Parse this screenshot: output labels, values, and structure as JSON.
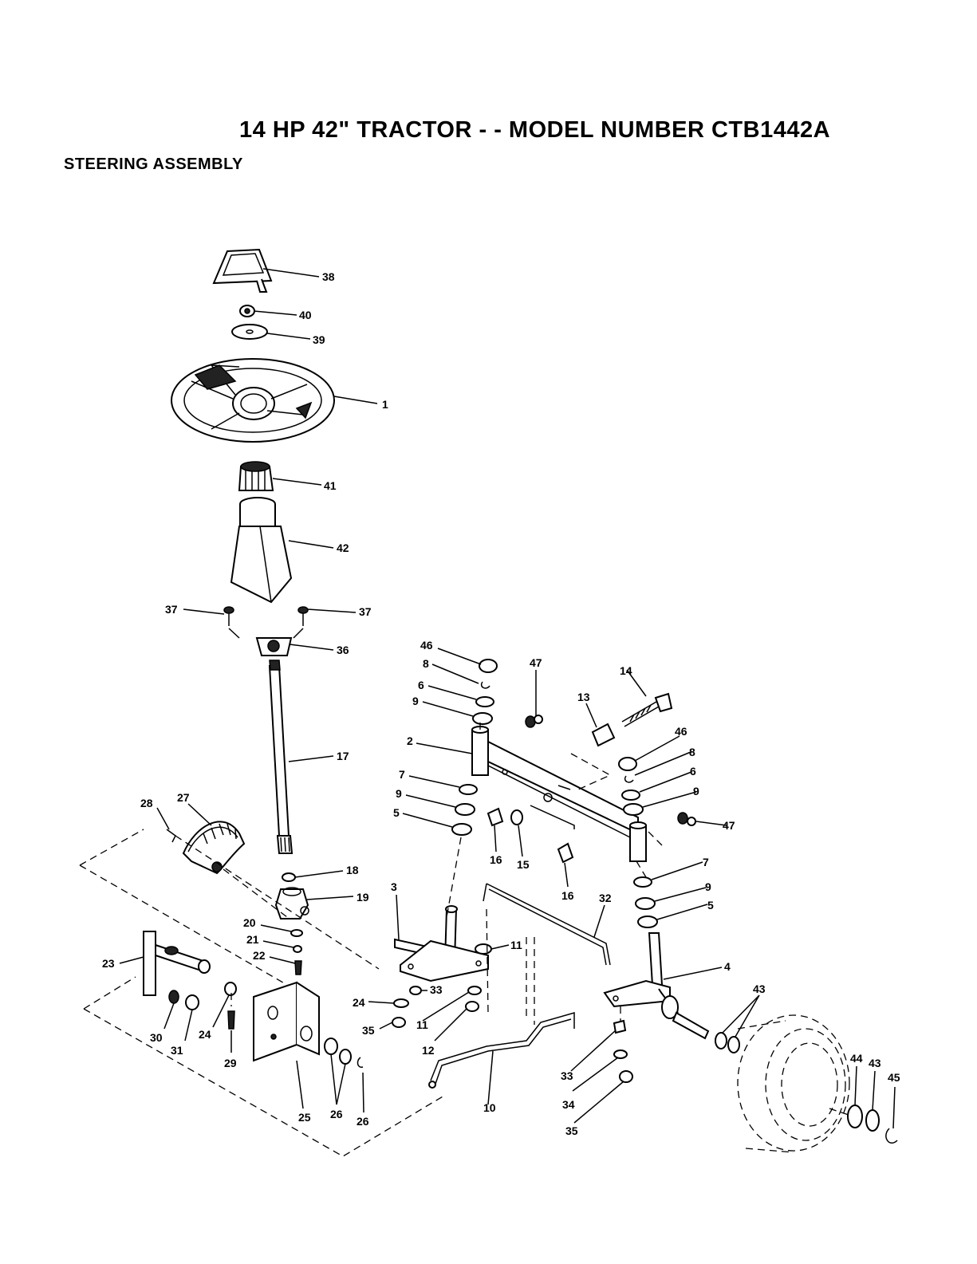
{
  "title": "14 HP 42\" TRACTOR - - MODEL NUMBER CTB1442A",
  "subtitle": "STEERING ASSEMBLY",
  "callouts": [
    {
      "id": "c38",
      "text": "38"
    },
    {
      "id": "c40",
      "text": "40"
    },
    {
      "id": "c39",
      "text": "39"
    },
    {
      "id": "c1",
      "text": "1"
    },
    {
      "id": "c41",
      "text": "41"
    },
    {
      "id": "c42",
      "text": "42"
    },
    {
      "id": "c37a",
      "text": "37"
    },
    {
      "id": "c37b",
      "text": "37"
    },
    {
      "id": "c36",
      "text": "36"
    },
    {
      "id": "c17",
      "text": "17"
    },
    {
      "id": "c28",
      "text": "28"
    },
    {
      "id": "c27",
      "text": "27"
    },
    {
      "id": "c18",
      "text": "18"
    },
    {
      "id": "c19",
      "text": "19"
    },
    {
      "id": "c20",
      "text": "20"
    },
    {
      "id": "c21",
      "text": "21"
    },
    {
      "id": "c22",
      "text": "22"
    },
    {
      "id": "c23",
      "text": "23"
    },
    {
      "id": "c30",
      "text": "30"
    },
    {
      "id": "c31",
      "text": "31"
    },
    {
      "id": "c24a",
      "text": "24"
    },
    {
      "id": "c29",
      "text": "29"
    },
    {
      "id": "c25",
      "text": "25"
    },
    {
      "id": "c26a",
      "text": "26"
    },
    {
      "id": "c26b",
      "text": "26"
    },
    {
      "id": "c46a",
      "text": "46"
    },
    {
      "id": "c8a",
      "text": "8"
    },
    {
      "id": "c6a",
      "text": "6"
    },
    {
      "id": "c9a",
      "text": "9"
    },
    {
      "id": "c47a",
      "text": "47"
    },
    {
      "id": "c13",
      "text": "13"
    },
    {
      "id": "c14",
      "text": "14"
    },
    {
      "id": "c2",
      "text": "2"
    },
    {
      "id": "c7a",
      "text": "7"
    },
    {
      "id": "c9b",
      "text": "9"
    },
    {
      "id": "c5a",
      "text": "5"
    },
    {
      "id": "c16a",
      "text": "16"
    },
    {
      "id": "c15",
      "text": "15"
    },
    {
      "id": "c16b",
      "text": "16"
    },
    {
      "id": "c46b",
      "text": "46"
    },
    {
      "id": "c8b",
      "text": "8"
    },
    {
      "id": "c6b",
      "text": "6"
    },
    {
      "id": "c9c",
      "text": "9"
    },
    {
      "id": "c47b",
      "text": "47"
    },
    {
      "id": "c7b",
      "text": "7"
    },
    {
      "id": "c9d",
      "text": "9"
    },
    {
      "id": "c5b",
      "text": "5"
    },
    {
      "id": "c3",
      "text": "3"
    },
    {
      "id": "c32",
      "text": "32"
    },
    {
      "id": "c11a",
      "text": "11"
    },
    {
      "id": "c24b",
      "text": "24"
    },
    {
      "id": "c33a",
      "text": "33"
    },
    {
      "id": "c11b",
      "text": "11"
    },
    {
      "id": "c35a",
      "text": "35"
    },
    {
      "id": "c12",
      "text": "12"
    },
    {
      "id": "c4",
      "text": "4"
    },
    {
      "id": "c43a",
      "text": "43"
    },
    {
      "id": "c10",
      "text": "10"
    },
    {
      "id": "c33b",
      "text": "33"
    },
    {
      "id": "c34",
      "text": "34"
    },
    {
      "id": "c35b",
      "text": "35"
    },
    {
      "id": "c44",
      "text": "44"
    },
    {
      "id": "c43b",
      "text": "43"
    },
    {
      "id": "c45",
      "text": "45"
    }
  ]
}
